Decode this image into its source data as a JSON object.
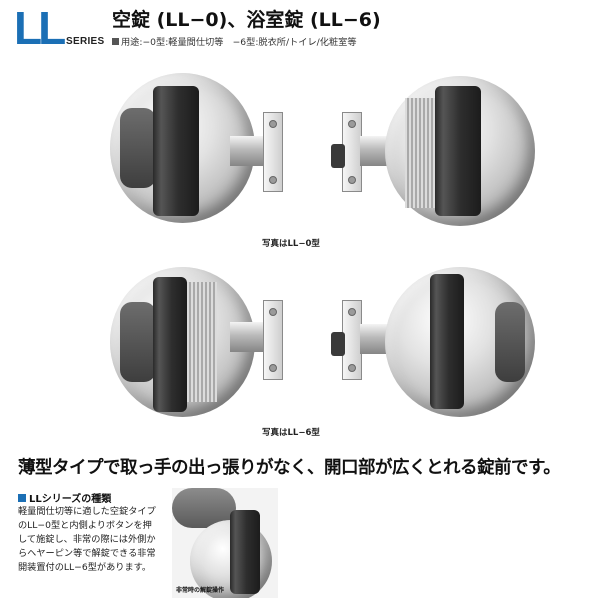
{
  "header": {
    "brand": "LL",
    "series": "SERIES",
    "title": "空錠 (LL−0)、浴室錠 (LL−6)",
    "usage": "用途:−0型:軽量間仕切等　−6型:脱衣所/トイレ/化粧室等"
  },
  "photos": {
    "ll0_caption": "写真はLL−0型",
    "ll6_caption": "写真はLL−6型"
  },
  "tagline": "薄型タイプで取っ手の出っ張りがなく、開口部が広くとれる錠前です。",
  "series_info": {
    "heading": "LLシリーズの種類",
    "body": "軽量間仕切等に適した空錠タイプのLL−0型と内側よりボタンを押して施錠し、非常の際には外側からヘヤーピン等で解錠できる非常開装置付のLL−6型があります。"
  },
  "emergency": {
    "caption": "非常時の解錠操作"
  },
  "colors": {
    "brand_blue": "#1b6fb5",
    "text": "#111111",
    "background": "#ffffff"
  }
}
